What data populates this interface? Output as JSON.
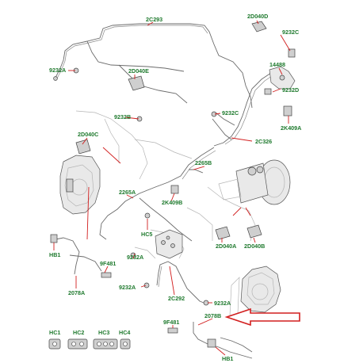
{
  "labels": {
    "l_2C293": "2C293",
    "l_2D040D": "2D040D",
    "l_9232C": "9232C",
    "l_9232A_tl": "9232A",
    "l_2D040E": "2D040E",
    "l_14488": "14488",
    "l_9232D": "9232D",
    "l_9232B": "9232B",
    "l_9232C_mid": "9232C",
    "l_2K409A": "2K409A",
    "l_2D040C": "2D040C",
    "l_2C326": "2C326",
    "l_2265B": "2265B",
    "l_2265A": "2265A",
    "l_2K409B": "2K409B",
    "l_HC5": "HC5",
    "l_9232A_mid": "9232A",
    "l_HB1_left": "HB1",
    "l_9F481_left": "9F481",
    "l_2D040A": "2D040A",
    "l_2D040B": "2D040B",
    "l_9232A_low": "9232A",
    "l_2078A": "2078A",
    "l_2C292": "2C292",
    "l_9232A_right": "9232A",
    "l_9F481_bottom": "9F481",
    "l_2078B": "2078B",
    "l_HB1_bottom": "HB1",
    "l_HC1": "HC1",
    "l_HC2": "HC2",
    "l_HC3": "HC3",
    "l_HC4": "HC4"
  },
  "colors": {
    "callout_text": "#1f7a2e",
    "leader_line": "#d21f1f",
    "pointer_arrow": "#d21f1f",
    "pipe": "#6b6b6b"
  },
  "icons": {
    "pointer": "red-outline-arrow-icon"
  }
}
